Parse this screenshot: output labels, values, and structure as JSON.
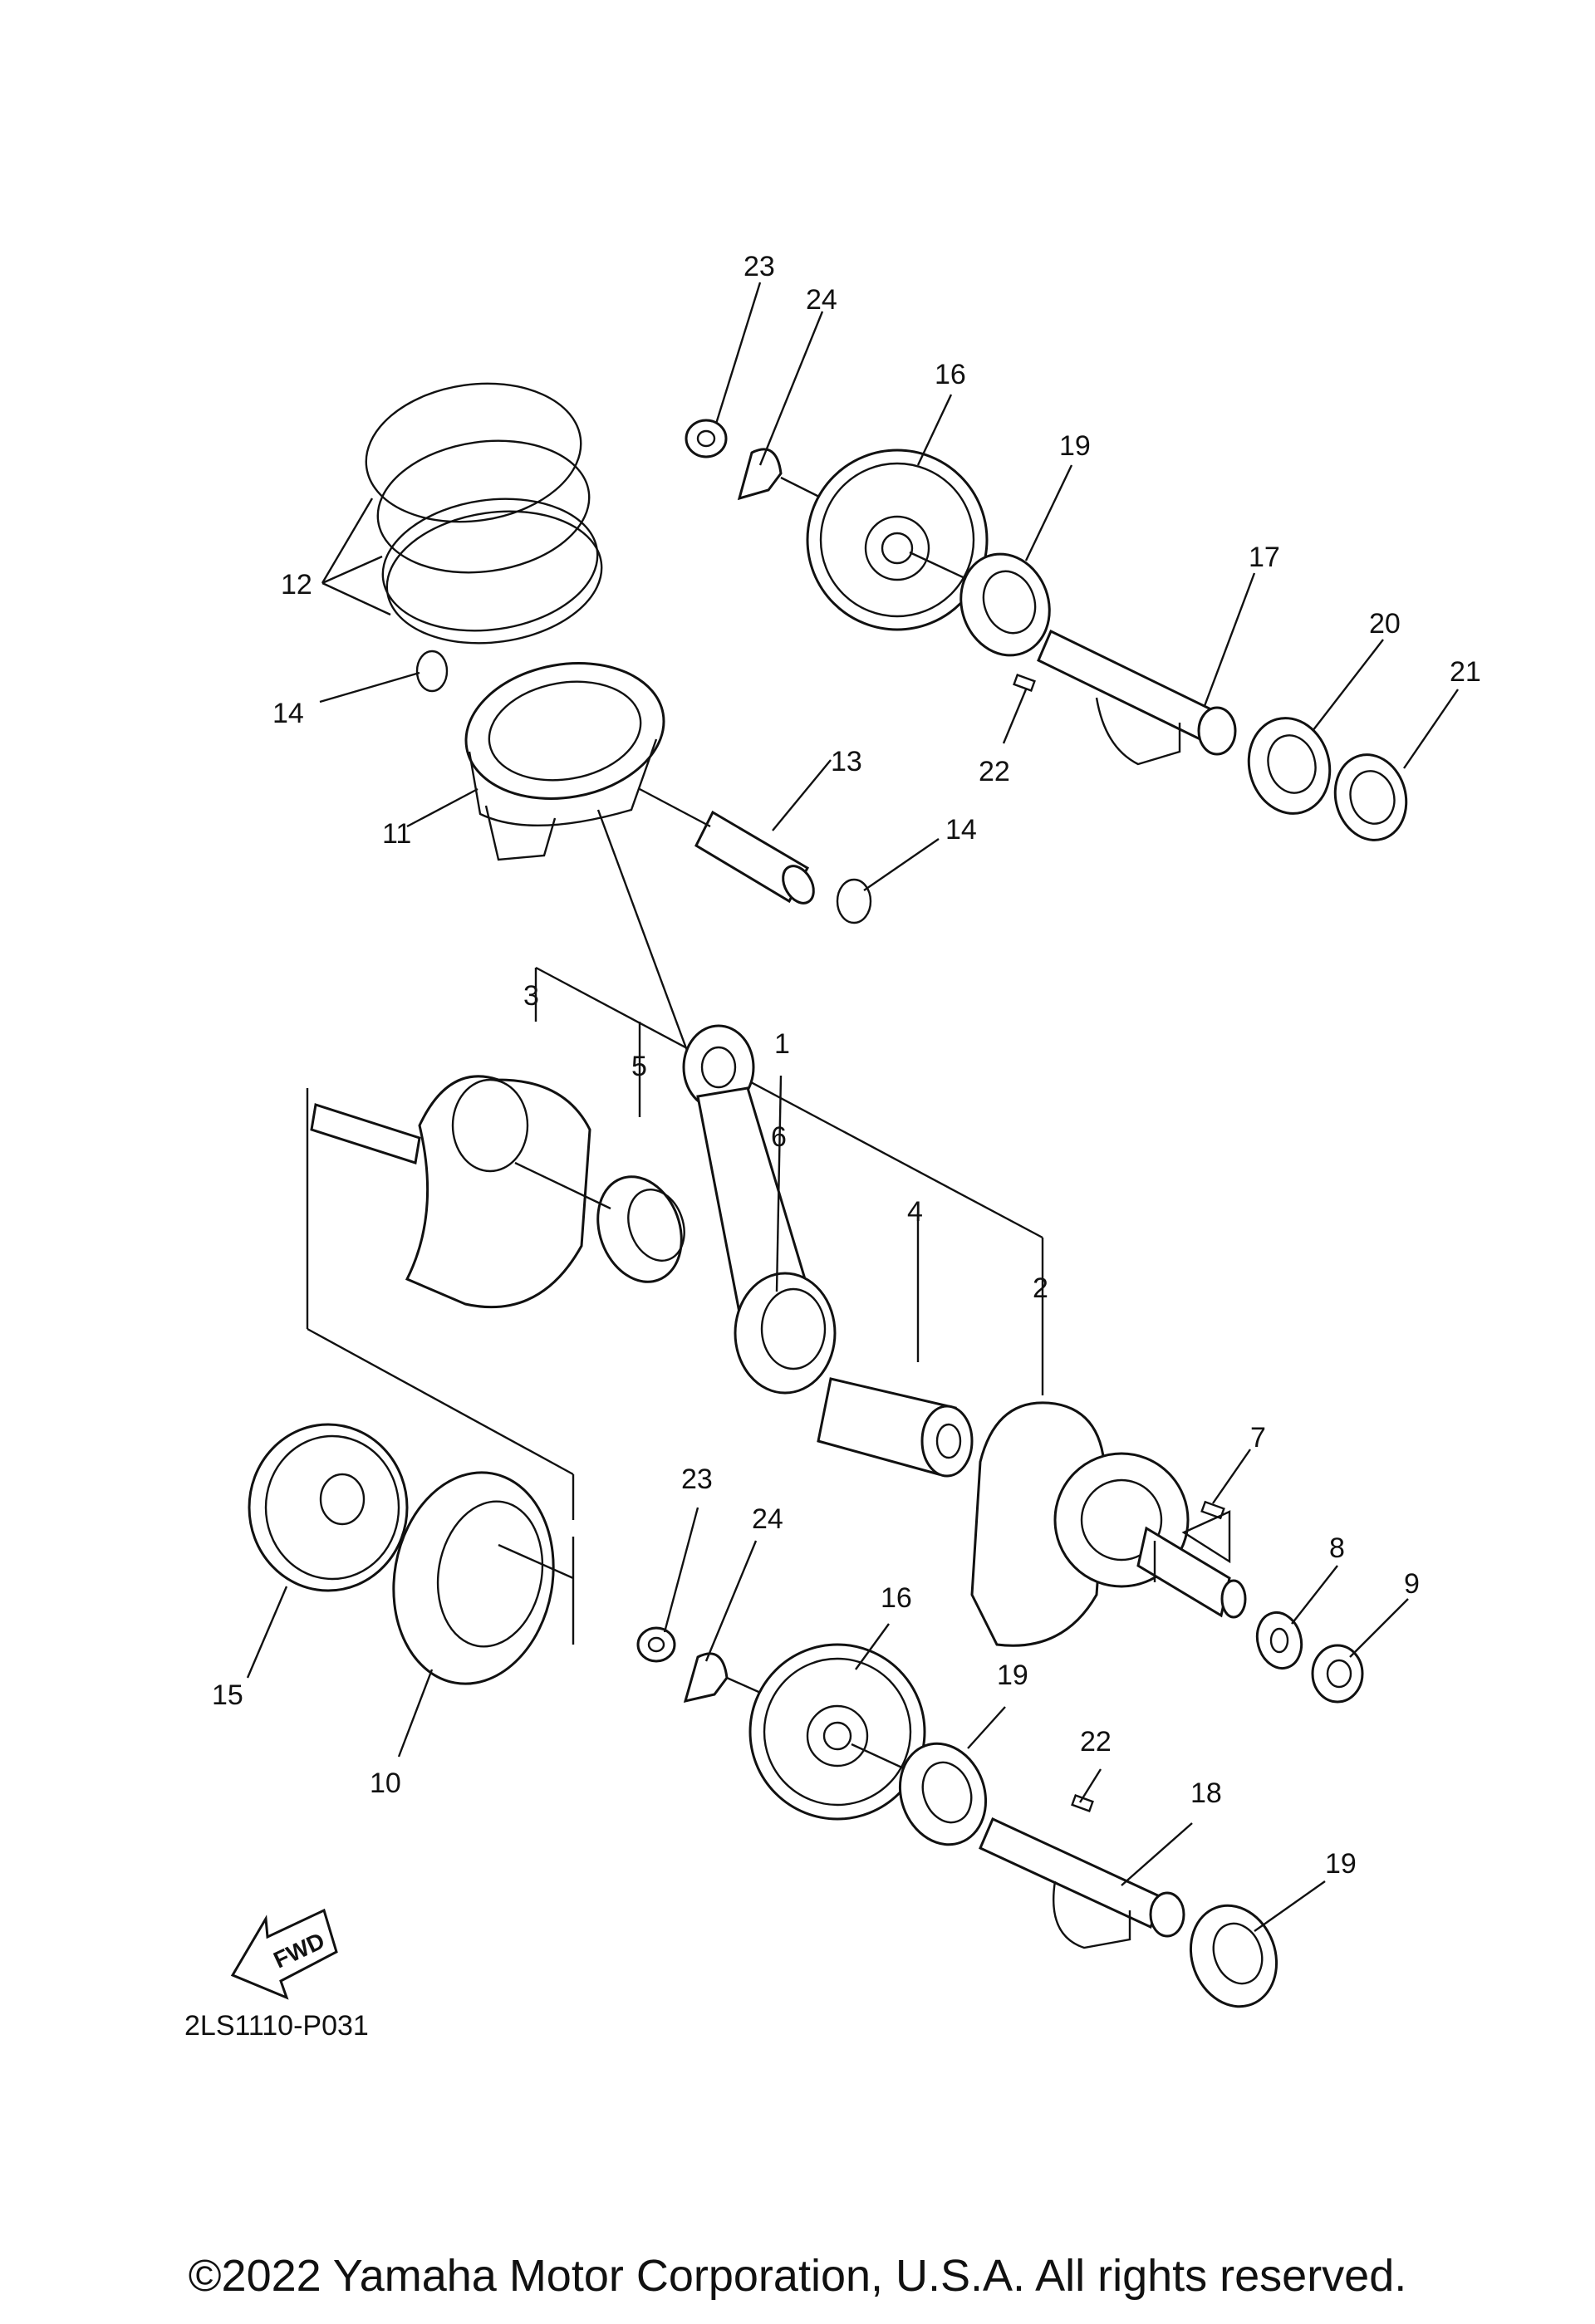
{
  "callouts": {
    "c1": "1",
    "c2": "2",
    "c3": "3",
    "c4": "4",
    "c5": "5",
    "c6": "6",
    "c7": "7",
    "c8": "8",
    "c9": "9",
    "c10": "10",
    "c11": "11",
    "c12": "12",
    "c13": "13",
    "c14a": "14",
    "c14b": "14",
    "c15": "15",
    "c16a": "16",
    "c16b": "16",
    "c17": "17",
    "c18": "18",
    "c19a": "19",
    "c19b": "19",
    "c19c": "19",
    "c20": "20",
    "c21": "21",
    "c22a": "22",
    "c22b": "22",
    "c23a": "23",
    "c23b": "23",
    "c24a": "24",
    "c24b": "24"
  },
  "fwd_arrow_label": "FWD",
  "diagram_ref": "2LS1110-P031",
  "copyright": "©2022 Yamaha Motor Corporation, U.S.A. All rights reserved."
}
